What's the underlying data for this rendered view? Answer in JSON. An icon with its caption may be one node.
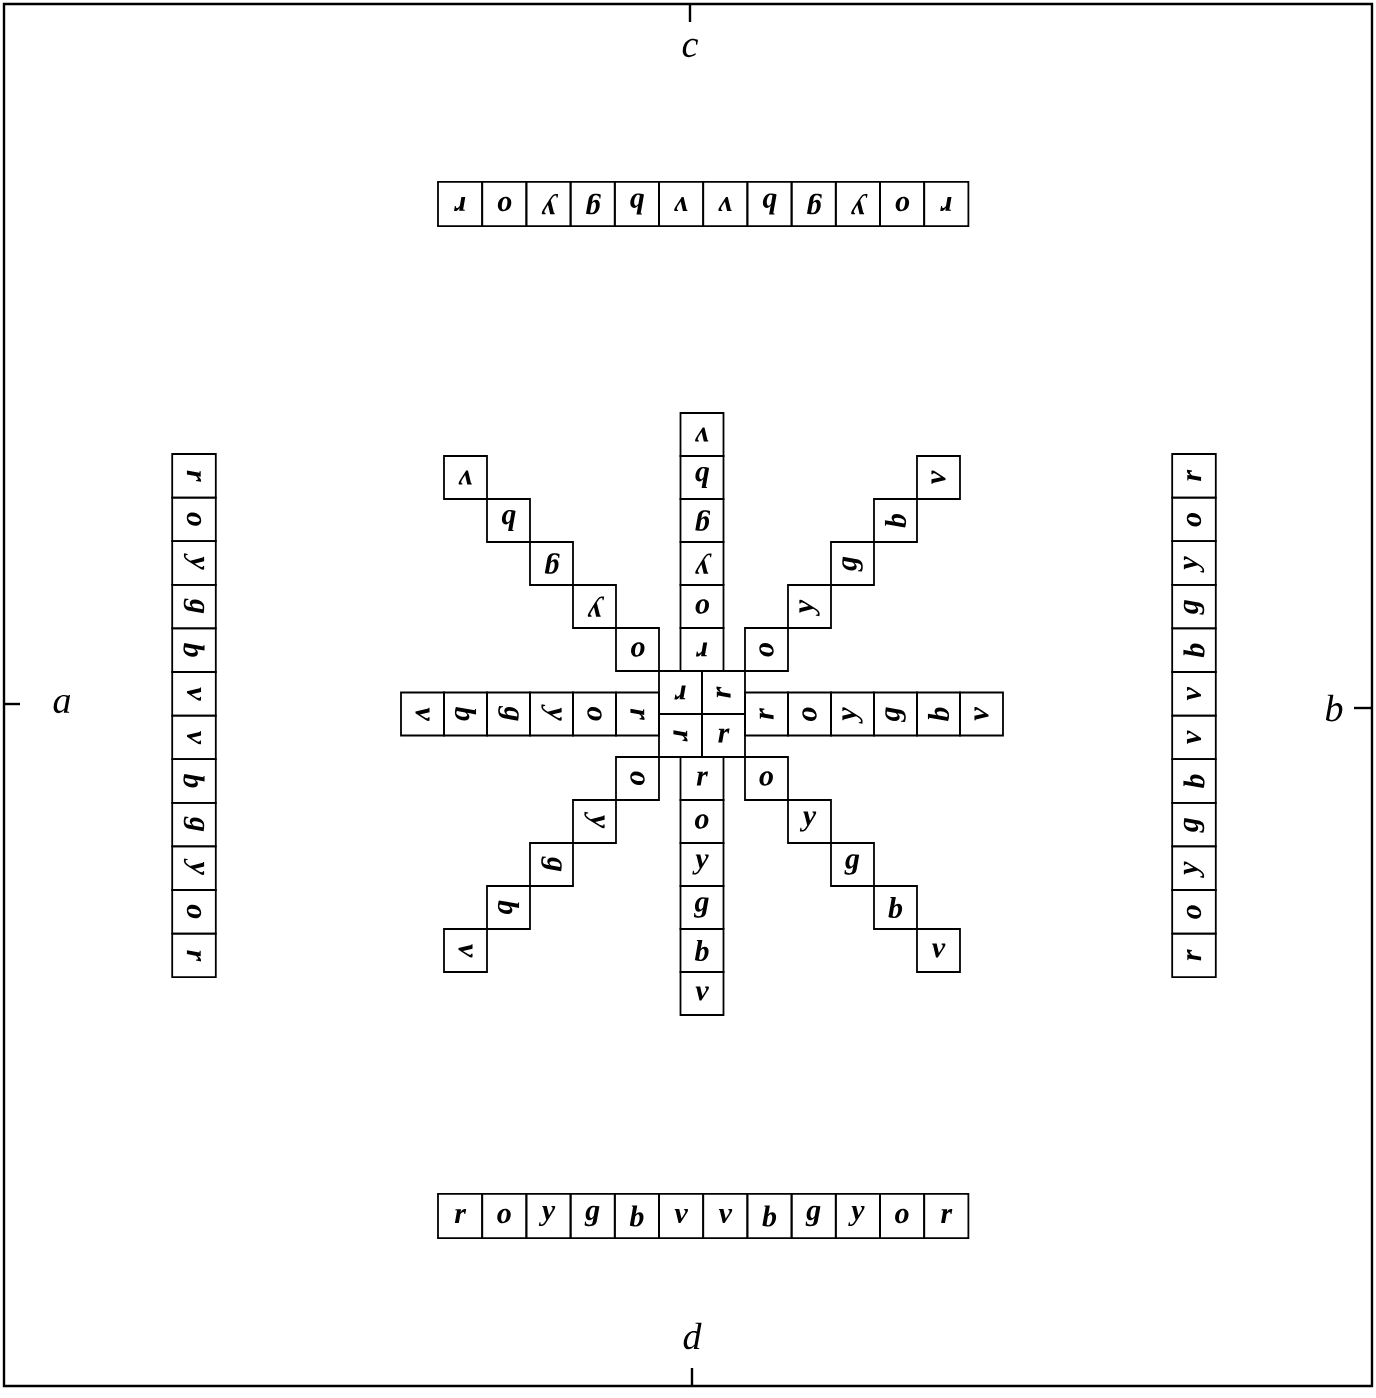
{
  "diagram": {
    "nodes": [
      {
        "text": [
          "r"
        ]
      },
      {
        "text": [
          "o"
        ]
      },
      {
        "text": [
          "y"
        ]
      },
      {
        "text": [
          "g"
        ]
      },
      {
        "text": [
          "b"
        ]
      },
      {
        "text": [
          "v"
        ]
      },
      {
        "text": [
          "v"
        ]
      },
      {
        "text": [
          "b"
        ]
      },
      {
        "text": [
          "g"
        ]
      },
      {
        "text": [
          "y"
        ]
      },
      {
        "text": [
          "o"
        ]
      },
      {
        "text": [
          "r"
        ]
      },
      {
        "text": [
          "r"
        ]
      },
      {
        "text": [
          "o"
        ]
      },
      {
        "text": [
          "y"
        ]
      },
      {
        "text": [
          "g"
        ]
      },
      {
        "text": [
          "b"
        ]
      },
      {
        "text": [
          "v"
        ]
      },
      {
        "text": [
          "v"
        ]
      },
      {
        "text": [
          "b"
        ]
      },
      {
        "text": [
          "g"
        ]
      },
      {
        "text": [
          "y"
        ]
      },
      {
        "text": [
          "o"
        ]
      },
      {
        "text": [
          "r"
        ]
      },
      {
        "text": [
          "v"
        ]
      },
      {
        "text": [
          "b"
        ]
      },
      {
        "text": [
          "g"
        ]
      },
      {
        "text": [
          "y"
        ]
      },
      {
        "text": [
          "o"
        ]
      },
      {
        "text": [
          "r"
        ]
      },
      {
        "text": [
          "v"
        ]
      },
      {
        "text": [
          "b"
        ]
      },
      {
        "text": [
          "g"
        ]
      },
      {
        "text": [
          "y"
        ]
      },
      {
        "text": [
          "o"
        ]
      },
      {
        "text": [
          "v"
        ]
      },
      {
        "text": [
          "b"
        ]
      },
      {
        "text": [
          "g"
        ]
      },
      {
        "text": [
          "y"
        ]
      },
      {
        "text": [
          "o"
        ]
      },
      {
        "text": [
          "r"
        ]
      },
      {
        "text": [
          "r"
        ]
      },
      {
        "text": [
          "r"
        ]
      },
      {
        "text": [
          "r"
        ]
      },
      {
        "text": [
          "v"
        ]
      },
      {
        "text": [
          "b"
        ]
      },
      {
        "text": [
          "g"
        ]
      },
      {
        "text": [
          "y"
        ]
      },
      {
        "text": [
          "o"
        ]
      },
      {
        "text": [
          "r"
        ]
      },
      {
        "text": [
          "r"
        ]
      },
      {
        "text": [
          "o"
        ]
      },
      {
        "text": [
          "y"
        ]
      },
      {
        "text": [
          "g"
        ]
      },
      {
        "text": [
          "b"
        ]
      },
      {
        "text": [
          "v"
        ]
      },
      {
        "text": [
          "o"
        ]
      },
      {
        "text": [
          "y"
        ]
      },
      {
        "text": [
          "g"
        ]
      },
      {
        "text": [
          "b"
        ]
      },
      {
        "text": [
          "v"
        ]
      },
      {
        "text": [
          "o"
        ]
      },
      {
        "text": [
          "y"
        ]
      },
      {
        "text": [
          "g"
        ]
      },
      {
        "text": [
          "b"
        ]
      },
      {
        "text": [
          "v"
        ]
      },
      {
        "text": [
          "r"
        ]
      },
      {
        "text": [
          "o"
        ]
      },
      {
        "text": [
          "y"
        ]
      },
      {
        "text": [
          "g"
        ]
      },
      {
        "text": [
          "b"
        ]
      },
      {
        "text": [
          "v"
        ]
      },
      {
        "text": [
          "r"
        ]
      },
      {
        "text": [
          "o"
        ]
      },
      {
        "text": [
          "y"
        ]
      },
      {
        "text": [
          "g"
        ]
      },
      {
        "text": [
          "b"
        ]
      },
      {
        "text": [
          "v"
        ]
      },
      {
        "text": [
          "v"
        ]
      },
      {
        "text": [
          "b"
        ]
      },
      {
        "text": [
          "g"
        ]
      },
      {
        "text": [
          "y"
        ]
      },
      {
        "text": [
          "o"
        ]
      },
      {
        "text": [
          "r"
        ]
      },
      {
        "text": [
          "r"
        ]
      },
      {
        "text": [
          "o"
        ]
      },
      {
        "text": [
          "y"
        ]
      },
      {
        "text": [
          "g"
        ]
      },
      {
        "text": [
          "b"
        ]
      },
      {
        "text": [
          "v"
        ]
      },
      {
        "text": [
          "v"
        ]
      },
      {
        "text": [
          "b"
        ]
      },
      {
        "text": [
          "g"
        ]
      },
      {
        "text": [
          "y"
        ]
      },
      {
        "text": [
          "o"
        ]
      },
      {
        "text": [
          "r"
        ]
      }
    ],
    "labels": [
      "c",
      "a",
      "b",
      "d"
    ]
  }
}
